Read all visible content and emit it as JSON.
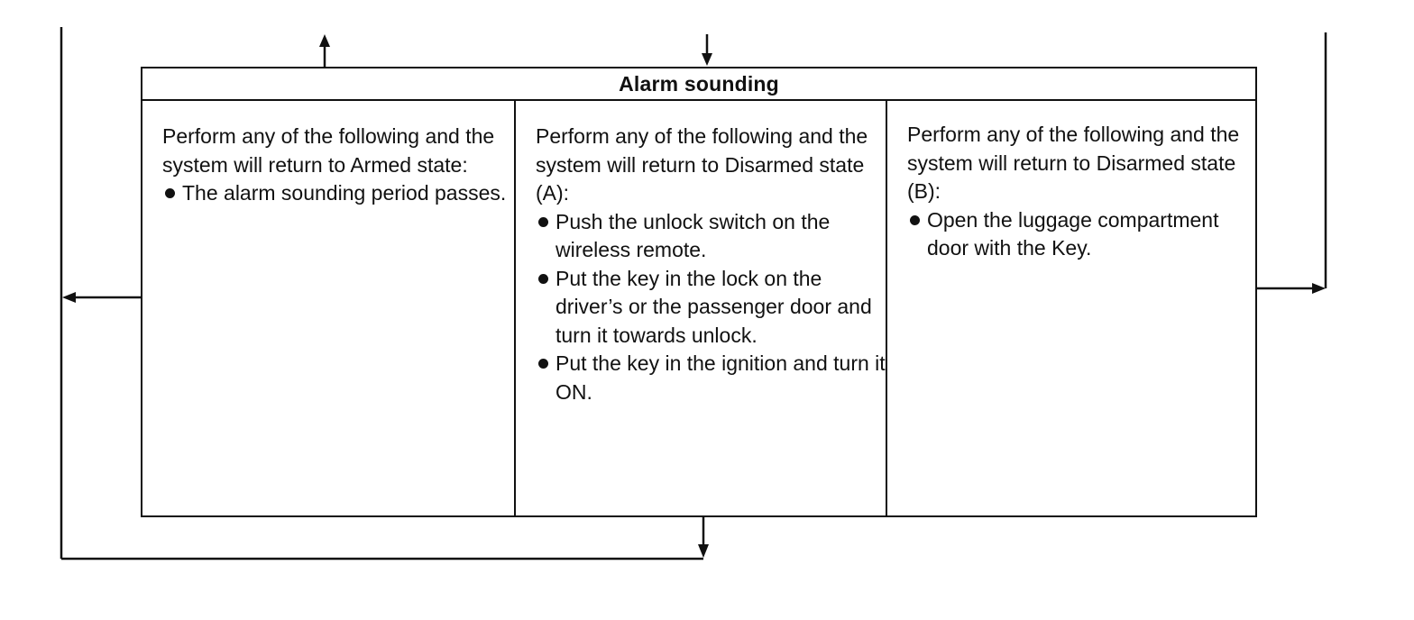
{
  "diagram": {
    "title": "Alarm sounding",
    "columns": [
      {
        "intro": "Perform any of the following and the system will return to Armed state:",
        "bullets": [
          "The alarm sounding period passes."
        ]
      },
      {
        "intro": "Perform any of the following and the system will return to Disarmed state (A):",
        "bullets": [
          "Push the unlock switch on the wireless remote.",
          "Put the key in the lock on the driver’s or the passenger door and turn it towards unlock.",
          "Put the key in the ignition and turn it ON."
        ]
      },
      {
        "intro": "Perform any of the following and the system will return to Disarmed state (B):",
        "bullets": [
          "Open the luggage compartment door with the Key."
        ]
      }
    ],
    "colors": {
      "line": "#111111",
      "background": "#ffffff"
    }
  }
}
